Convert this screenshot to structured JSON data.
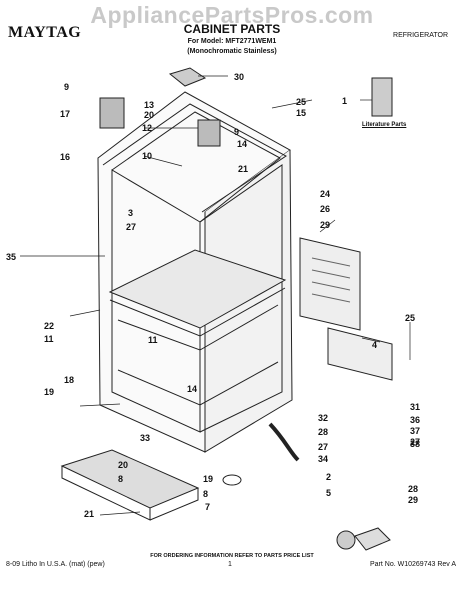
{
  "watermark": "AppliancePartsPros.com",
  "header": {
    "brand": "MAYTAG",
    "title": "CABINET PARTS",
    "model_line": "For Model: MFT2771WEM1",
    "variant_line": "(Monochromatic Stainless)",
    "category": "REFRIGERATOR"
  },
  "literature_label": "Literature Parts",
  "callouts": [
    "1",
    "2",
    "3",
    "4",
    "5",
    "7",
    "8",
    "8",
    "9",
    "9",
    "10",
    "11",
    "11",
    "12",
    "13",
    "14",
    "14",
    "15",
    "16",
    "17",
    "18",
    "19",
    "19",
    "20",
    "20",
    "21",
    "21",
    "22",
    "24",
    "25",
    "25",
    "26",
    "27",
    "27",
    "27",
    "28",
    "28",
    "29",
    "29",
    "30",
    "31",
    "32",
    "33",
    "34",
    "35",
    "36",
    "37",
    "38"
  ],
  "footer": {
    "order_info": "FOR ORDERING INFORMATION REFER TO PARTS PRICE LIST",
    "litho": "8-09 Litho In U.S.A. (mat) (pew)",
    "page": "1",
    "part_no": "Part No. W10269743 Rev A"
  }
}
